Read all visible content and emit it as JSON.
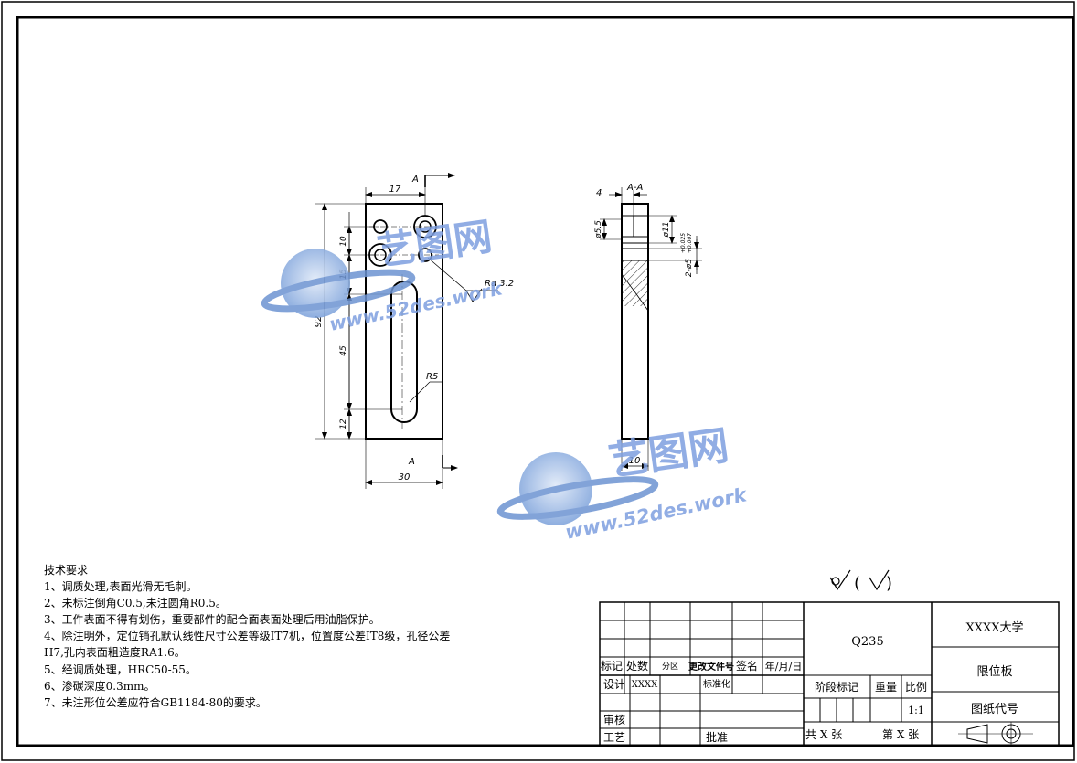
{
  "drawing": {
    "front_view": {
      "dims": {
        "width_top": "17",
        "width_bottom": "30",
        "height_total": "92",
        "v10": "10",
        "v15": "15",
        "v45": "45",
        "v12": "12",
        "radius": "R5",
        "roughness": "Ra 3.2"
      },
      "section_mark": "A"
    },
    "section_view": {
      "title": "A-A",
      "dims": {
        "d4": "4",
        "phi55": "ø5.5",
        "phi11": "ø11",
        "pin_hole": "2-ø5",
        "tol_upper": "+0.025",
        "tol_lower": "+0.007",
        "d10": "10"
      }
    }
  },
  "watermark": {
    "brand": "艺图网",
    "url": "www.52des.work"
  },
  "tech_requirements": {
    "title": "技术要求",
    "lines": [
      "1、调质处理,表面光滑无毛刺。",
      "2、未标注倒角C0.5,未注圆角R0.5。",
      "3、工件表面不得有划伤，重要部件的配合面表面处理后用油脂保护。",
      "4、除注明外，定位销孔默认线性尺寸公差等级IT7机，位置度公差IT8级，孔径公差",
      "H7,孔内表面粗造度RA1.6。",
      "5、经调质处理，HRC50-55。",
      "6、渗碳深度0.3mm。",
      "7、未注形位公差应符合GB1184-80的要求。"
    ]
  },
  "roughness_symbol": {
    "text": "(",
    "text_end": ")"
  },
  "title_block": {
    "material": "Q235",
    "university": "XXXX大学",
    "part_name": "限位板",
    "drawing_no_label": "图纸代号",
    "labels": {
      "mark": "标记",
      "count": "处数",
      "zone": "分区",
      "change_doc": "更改文件号",
      "sign": "签名",
      "date": "年/月/日",
      "design": "设计",
      "designer": "XXXX",
      "standard": "标准化",
      "stage": "阶段标记",
      "weight": "重量",
      "scale": "比例",
      "scale_value": "1:1",
      "review": "审核",
      "process": "工艺",
      "approve": "批准",
      "total_sheets": "共 X 张",
      "sheet_no": "第 X 张"
    }
  }
}
